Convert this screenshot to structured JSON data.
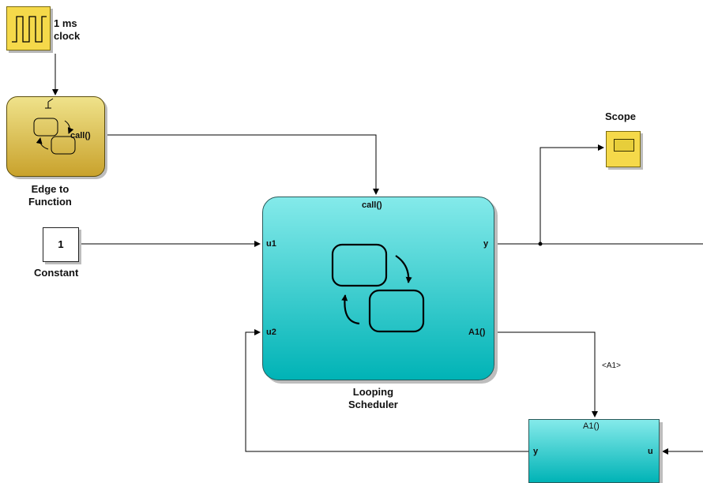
{
  "blocks": {
    "clock": {
      "label": "1 ms\nclock"
    },
    "edge_to_function": {
      "label": "Edge to\nFunction",
      "port_call": "call()"
    },
    "constant": {
      "value": "1",
      "label": "Constant"
    },
    "scope": {
      "label": "Scope"
    },
    "looping_scheduler": {
      "label": "Looping\nScheduler",
      "port_call": "call()",
      "port_u1": "u1",
      "port_u2": "u2",
      "port_y": "y",
      "port_a1": "A1()"
    },
    "a1_subsystem": {
      "title": "A1()",
      "port_y": "y",
      "port_u": "u"
    }
  },
  "signals": {
    "a1_label": "<A1>"
  },
  "colors": {
    "clock": "#f5d94a",
    "chart": "#00b3b6",
    "edge_block": "#c9a22c"
  },
  "icons": [
    "square-wave-icon",
    "state-chart-icon",
    "scope-screen-icon"
  ]
}
